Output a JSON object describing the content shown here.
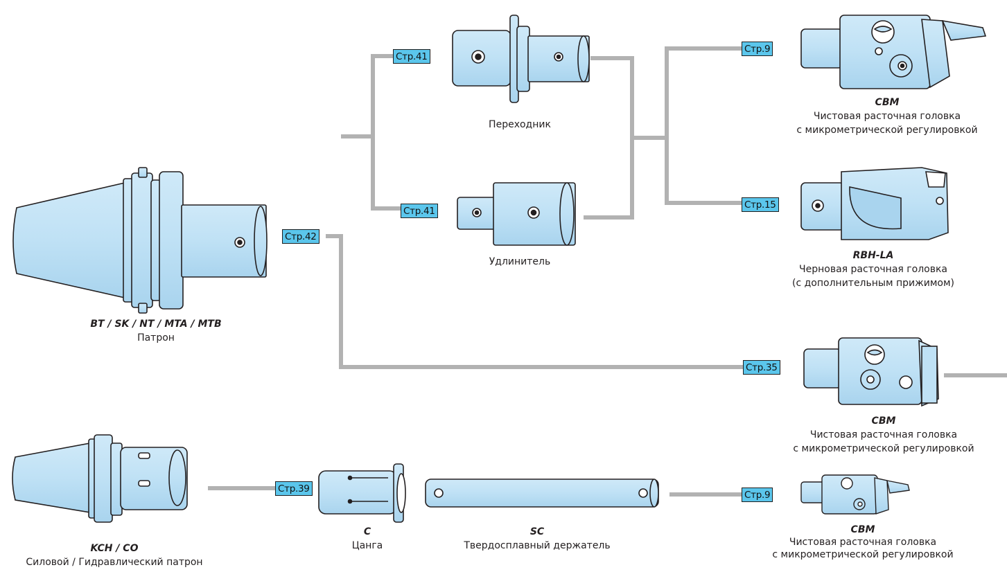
{
  "colors": {
    "part_fill": "#bfe1f5",
    "outline": "#231f20",
    "connector": "#b2b2b2",
    "tag_fill": "#5bc6ec"
  },
  "tags": {
    "t_main": "Стр.42",
    "t_adapter": "Стр.41",
    "t_extension": "Стр.41",
    "t_cbm_top": "Стр.9",
    "t_rbh": "Стр.15",
    "t_cbm_mid": "Стр.35",
    "t_collet": "Стр.39",
    "t_cbm_bottom": "Стр.9"
  },
  "captions": {
    "holder": {
      "code": "BT / SK / NT / MTA / MTB",
      "desc": "Патрон"
    },
    "adapter": {
      "desc": "Переходник"
    },
    "extension": {
      "desc": "Удлинитель"
    },
    "cbm_top": {
      "code": "CBM",
      "line1": "Чистовая расточная головка",
      "line2": "с микрометрической регулировкой"
    },
    "rbh": {
      "code": "RBH-LA",
      "line1": "Черновая расточная головка",
      "line2": "(с дополнительным прижимом)"
    },
    "cbm_mid": {
      "code": "CBM",
      "line1": "Чистовая расточная головка",
      "line2": "с микрометрической регулировкой"
    },
    "kch": {
      "code": "KCH / CO",
      "desc": "Силовой / Гидравлический патрон"
    },
    "collet": {
      "code": "C",
      "desc": "Цанга"
    },
    "sc": {
      "code": "SC",
      "desc": "Твердосплавный держатель"
    },
    "cbm_bottom": {
      "code": "CBM",
      "line1": "Чистовая расточная головка",
      "line2": "с микрометрической регулировкой"
    }
  }
}
